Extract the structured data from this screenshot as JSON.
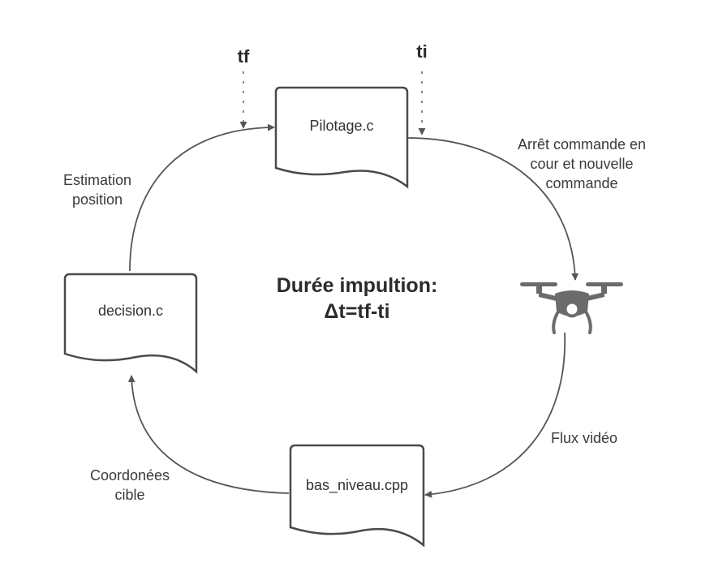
{
  "markers": {
    "tf": "tf",
    "ti": "ti"
  },
  "documents": {
    "pilotage": "Pilotage.c",
    "decision": "decision.c",
    "bas_niveau": "bas_niveau.cpp"
  },
  "edge_labels": {
    "estimation_line1": "Estimation",
    "estimation_line2": "position",
    "arret_line1": "Arrêt commande en",
    "arret_line2": "cour et nouvelle",
    "arret_line3": "commande",
    "flux": "Flux vidéo",
    "coord_line1": "Coordonées",
    "coord_line2": "cible"
  },
  "center": {
    "line1": "Durée impultion:",
    "line2": "Δt=tf-ti"
  },
  "icons": {
    "drone": "drone-icon"
  },
  "colors": {
    "stroke": "#555555",
    "text": "#3a3a3a",
    "drone": "#6b6b6b"
  }
}
